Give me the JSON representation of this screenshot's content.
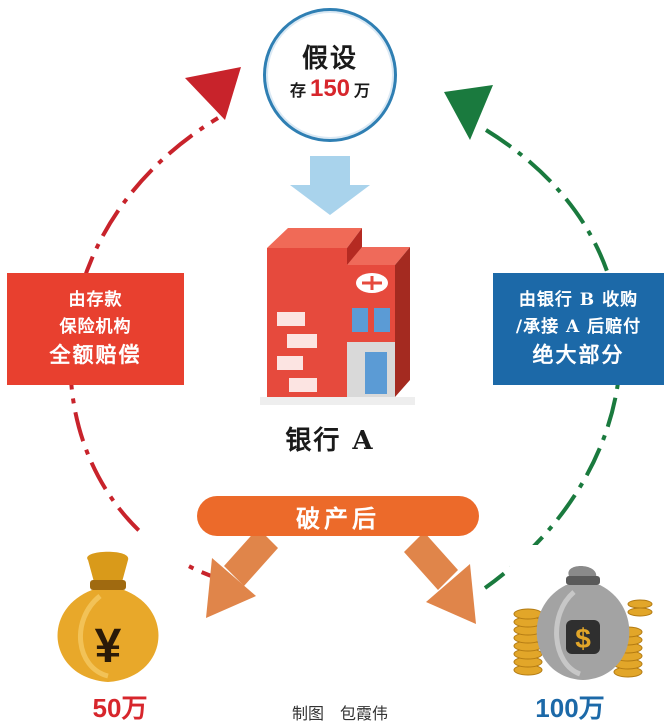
{
  "hypothesis": {
    "title": "假设",
    "deposit_prefix": "存",
    "deposit_amount": "150",
    "deposit_unit": "万"
  },
  "bank": {
    "name": "银行 A"
  },
  "left_box": {
    "line1": "由存款",
    "line2": "保险机构",
    "line3": "全额赔偿"
  },
  "right_box": {
    "line1": "由银行 B 收购",
    "line2": "/承接 A 后赔付",
    "line3": "绝大部分"
  },
  "bankruptcy_label": "破产后",
  "left_amount": "50万",
  "right_amount": "100万",
  "credit": "制图　包霞伟",
  "icons": [
    "bank-building-icon",
    "yuan-money-bag-icon",
    "dollar-money-bag-with-coins-icon"
  ],
  "colors": {
    "left_accent": "#d7262c",
    "left_box": "#e8402f",
    "right_accent": "#1a7a3e",
    "right_box": "#1c69a8",
    "pill": "#ec6a2a",
    "down_arrow": "#a9d3ec",
    "outcome_arrows": "#e0854a"
  }
}
